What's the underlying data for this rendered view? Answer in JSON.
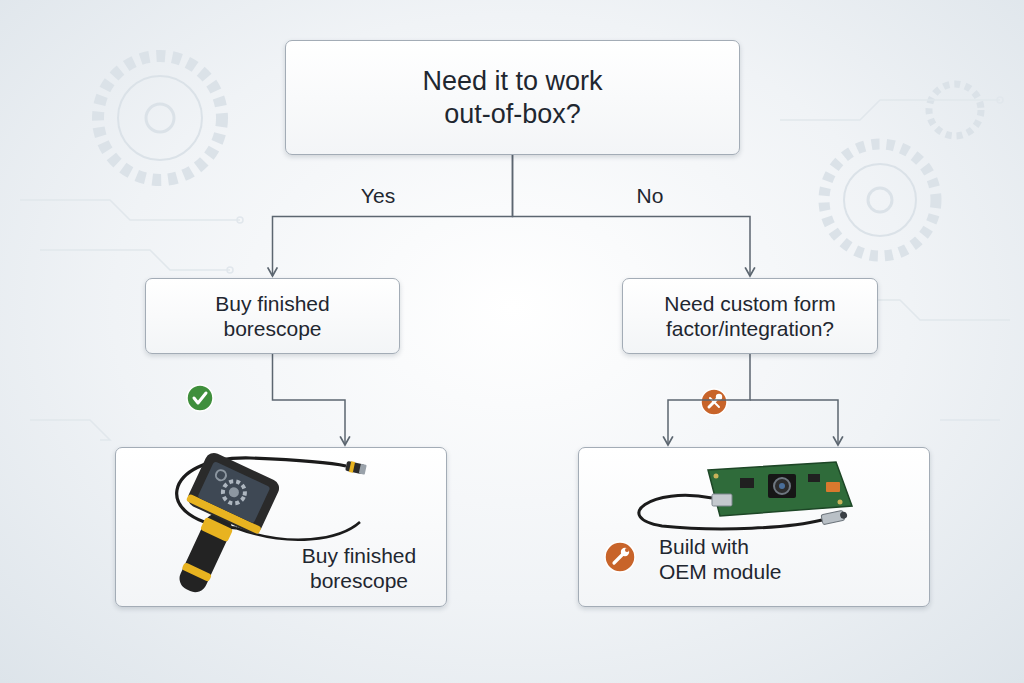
{
  "diagram": {
    "nodes": [
      {
        "text": [
          "Need it to work out-of-box?"
        ]
      },
      {
        "text": [
          "Buy finished borescope"
        ]
      },
      {
        "text": [
          "Need custom form factor/integration?"
        ]
      },
      {
        "text": [
          "Buy finished borescope"
        ]
      },
      {
        "text": [
          "Build with OEM module"
        ]
      }
    ],
    "edges": [
      {
        "from": 0,
        "to": 1,
        "arrow": "to",
        "label": "Yes"
      },
      {
        "from": 0,
        "to": 2,
        "arrow": "to",
        "label": "No"
      },
      {
        "from": 1,
        "to": 3,
        "arrow": "to"
      },
      {
        "from": 2,
        "to": 4,
        "arrow": "to"
      }
    ]
  }
}
